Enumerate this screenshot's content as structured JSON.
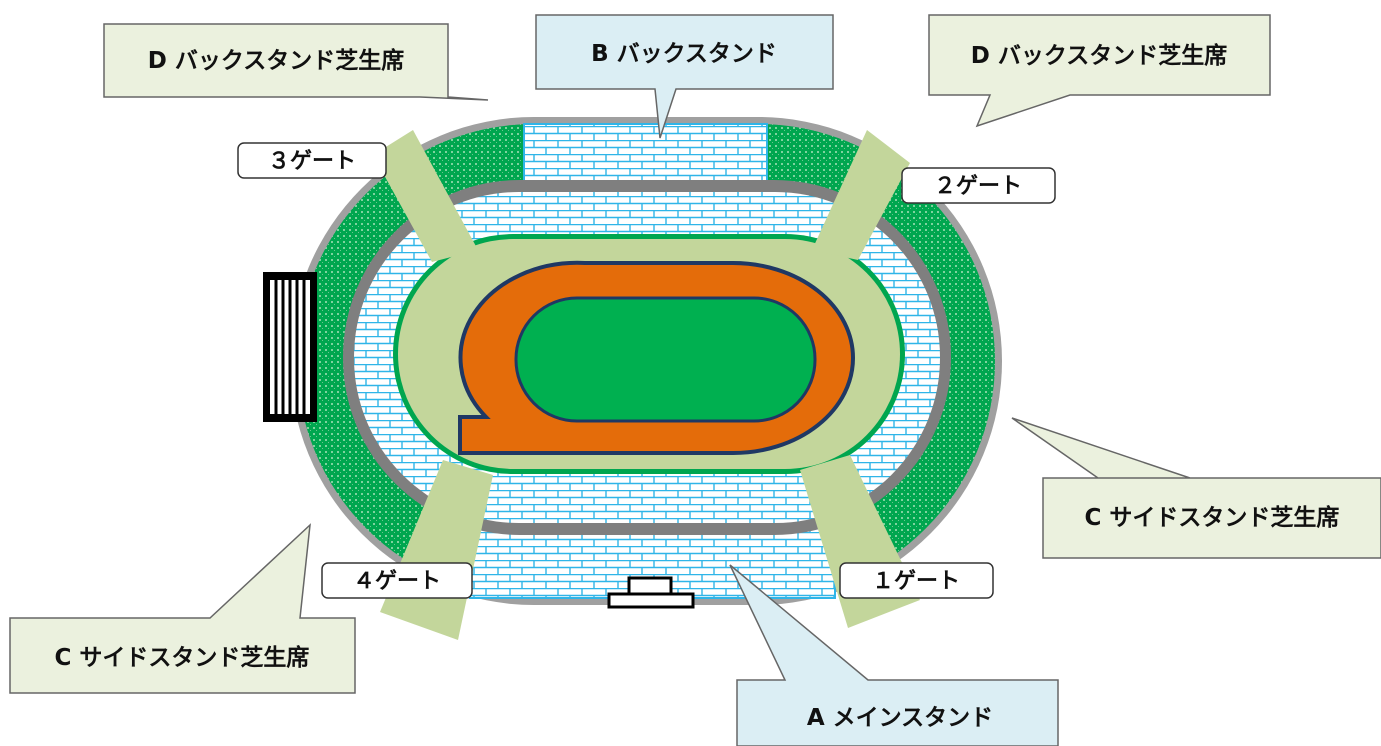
{
  "callouts": {
    "d_left": "D  バックスタンド芝生席",
    "b_top": "B  バックスタンド",
    "d_right": "D  バックスタンド芝生席",
    "c_right": "C  サイドスタンド芝生席",
    "c_left": "C  サイドスタンド芝生席",
    "a_bottom": "A  メインスタンド"
  },
  "gates": {
    "gate1": "１ゲート",
    "gate2": "２ゲート",
    "gate3": "３ゲート",
    "gate4": "４ゲート"
  },
  "colors": {
    "callout_green": "#ebf1de",
    "callout_blue": "#dbeef4",
    "lawn": "#00a64f",
    "stand": "#b7dee8",
    "track": "#e46c0a",
    "field": "#00b050",
    "gate_path": "#c3d69b",
    "concourse": "#808080"
  }
}
